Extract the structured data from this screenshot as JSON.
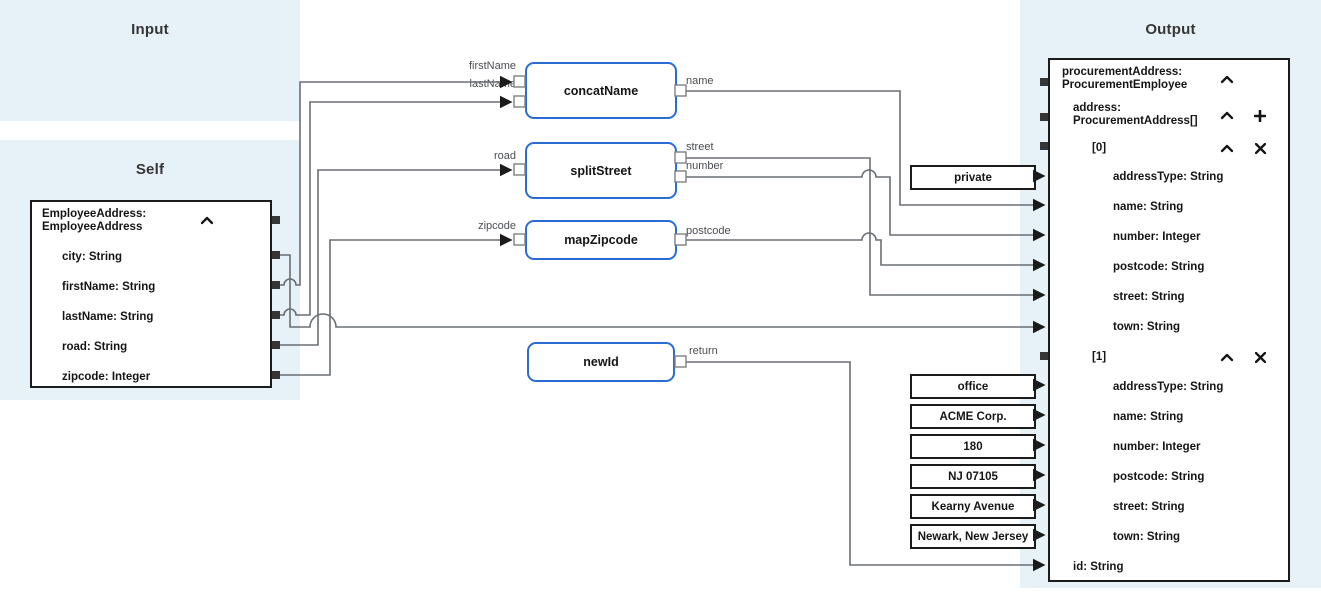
{
  "panels": {
    "input_title": "Input",
    "self_title": "Self",
    "output_title": "Output"
  },
  "self_tree": {
    "root_line1": "EmployeeAddress:",
    "root_line2": "EmployeeAddress",
    "fields": [
      {
        "label": "city: String"
      },
      {
        "label": "firstName: String"
      },
      {
        "label": "lastName: String"
      },
      {
        "label": "road: String"
      },
      {
        "label": "zipcode: Integer"
      }
    ]
  },
  "functions": [
    {
      "name": "concatName",
      "inputs": [
        "firstName",
        "lastName"
      ],
      "outputs": [
        "name"
      ]
    },
    {
      "name": "splitStreet",
      "inputs": [
        "road"
      ],
      "outputs": [
        "street",
        "number"
      ]
    },
    {
      "name": "mapZipcode",
      "inputs": [
        "zipcode"
      ],
      "outputs": [
        "postcode"
      ]
    },
    {
      "name": "newId",
      "inputs": [],
      "outputs": [
        "return"
      ]
    }
  ],
  "constants": [
    {
      "value": "private"
    },
    {
      "value": "office"
    },
    {
      "value": "ACME Corp."
    },
    {
      "value": "180"
    },
    {
      "value": "NJ 07105"
    },
    {
      "value": "Kearny Avenue"
    },
    {
      "value": "Newark, New Jersey"
    }
  ],
  "output_tree": {
    "root_line1": "procurementAddress:",
    "root_line2": "ProcurementEmployee",
    "address_line1": "address:",
    "address_line2": "ProcurementAddress[]",
    "items": [
      {
        "index": "[0]",
        "fields": [
          "addressType: String",
          "name: String",
          "number: Integer",
          "postcode: String",
          "street: String",
          "town: String"
        ]
      },
      {
        "index": "[1]",
        "fields": [
          "addressType: String",
          "name: String",
          "number: Integer",
          "postcode: String",
          "street: String",
          "town: String"
        ]
      }
    ],
    "id_label": "id: String"
  },
  "mappings": [
    {
      "from": "self.firstName",
      "to": "concatName.firstName"
    },
    {
      "from": "self.lastName",
      "to": "concatName.lastName"
    },
    {
      "from": "self.road",
      "to": "splitStreet.road"
    },
    {
      "from": "self.zipcode",
      "to": "mapZipcode.zipcode"
    },
    {
      "from": "self.city",
      "to": "address[0].town"
    },
    {
      "from": "concatName.name",
      "to": "address[0].name"
    },
    {
      "from": "splitStreet.street",
      "to": "address[0].street"
    },
    {
      "from": "splitStreet.number",
      "to": "address[0].number"
    },
    {
      "from": "mapZipcode.postcode",
      "to": "address[0].postcode"
    },
    {
      "from": "newId.return",
      "to": "id"
    },
    {
      "from": "constant.private",
      "to": "address[0].addressType"
    },
    {
      "from": "constant.office",
      "to": "address[1].addressType"
    },
    {
      "from": "constant.ACME Corp.",
      "to": "address[1].name"
    },
    {
      "from": "constant.180",
      "to": "address[1].number"
    },
    {
      "from": "constant.NJ 07105",
      "to": "address[1].postcode"
    },
    {
      "from": "constant.Kearny Avenue",
      "to": "address[1].street"
    },
    {
      "from": "constant.Newark, New Jersey",
      "to": "address[1].town"
    }
  ],
  "icons": {
    "collapse": "chevron-up-icon",
    "add_item": "plus-icon",
    "delete_item": "x-icon"
  },
  "colors": {
    "panel_bg": "#e7f1f8",
    "function_border": "#2b6cd4",
    "wire": "#6a6e73",
    "port": "#363636"
  }
}
